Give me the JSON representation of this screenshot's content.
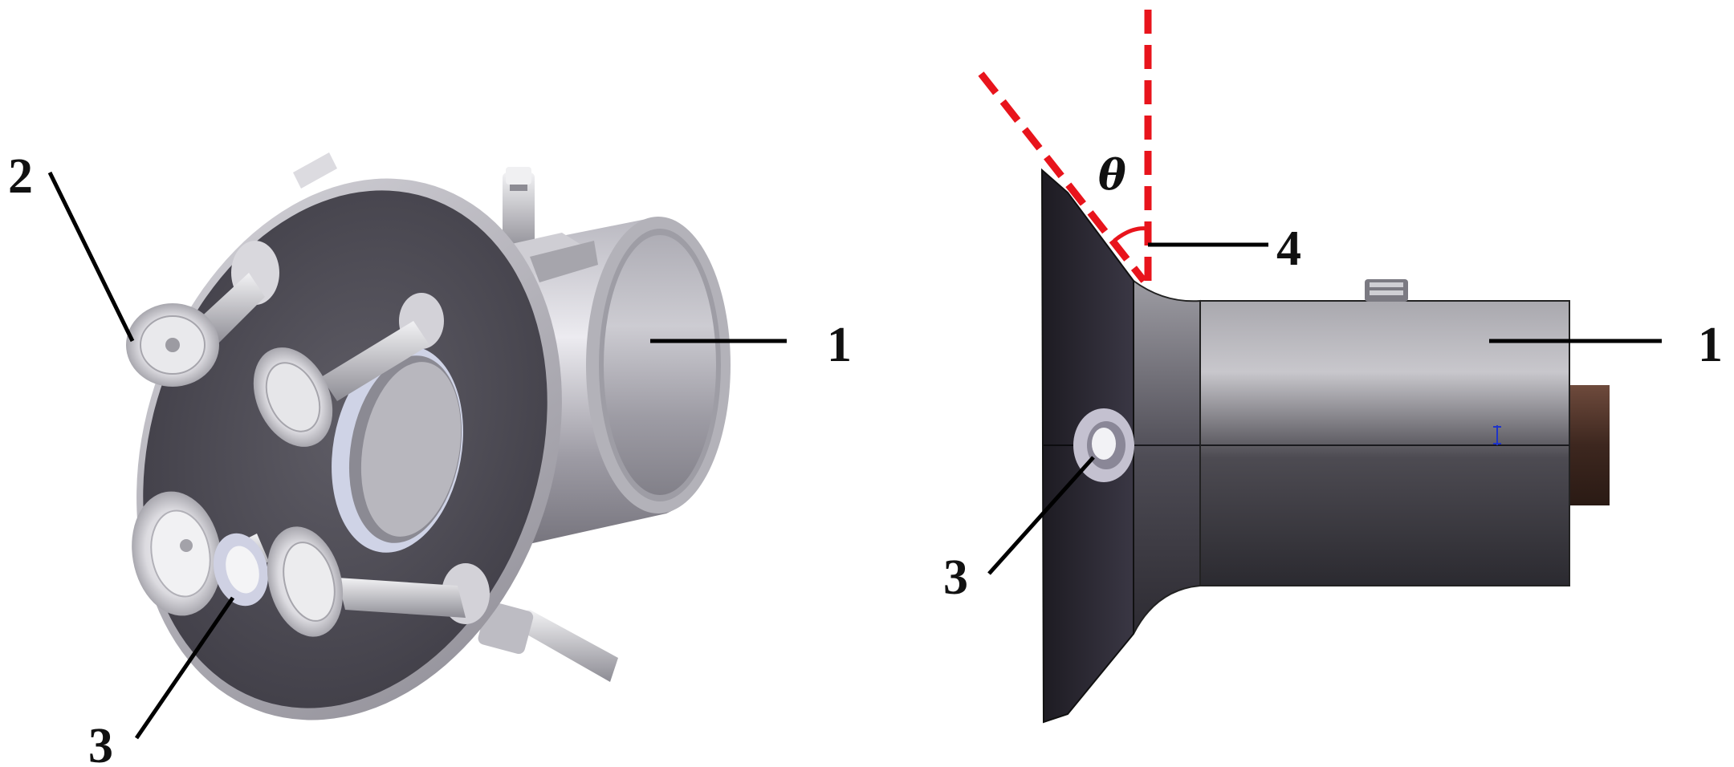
{
  "figure": {
    "left_view": {
      "labels": {
        "body": "1",
        "spray_nozzle": "2",
        "outlet": "3"
      }
    },
    "right_view": {
      "labels": {
        "body": "1",
        "outlet": "3",
        "cone_angle": "4"
      },
      "angle_symbol": "θ"
    }
  },
  "colors": {
    "leader_line": "#000000",
    "angle_guide": "#e8141c",
    "metal_light": "#d6d5db",
    "metal_dark": "#3a3840",
    "brass_end": "#4a3028"
  }
}
